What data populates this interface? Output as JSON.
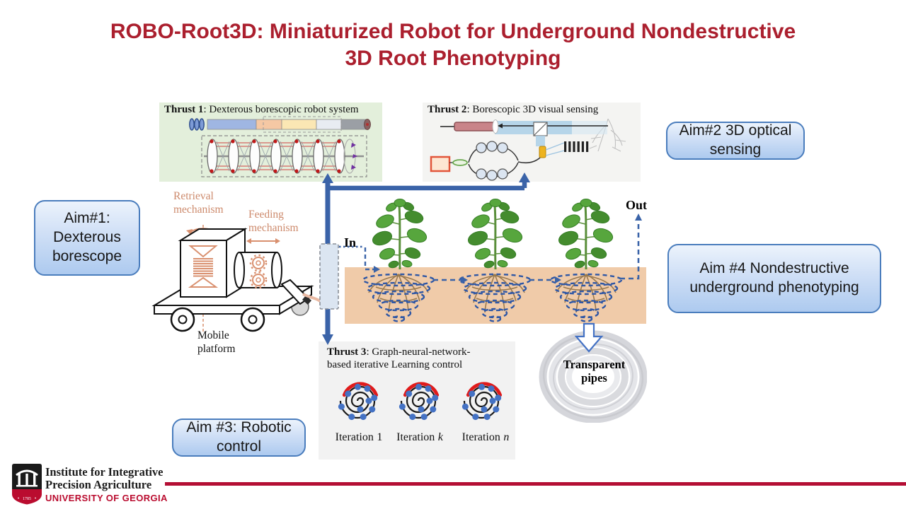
{
  "title": {
    "line1": "ROBO-Root3D: Miniaturized Robot for Underground Nondestructive",
    "line2": "3D Root Phenotyping"
  },
  "thrusts": {
    "t1": {
      "bold": "Thrust 1",
      "rest": ": Dexterous borescopic robot system"
    },
    "t2": {
      "bold": "Thrust 2",
      "rest": ": Borescopic 3D visual sensing"
    },
    "t3": {
      "bold": "Thrust 3",
      "rest": ": Graph-neural-network-based iterative Learning control"
    }
  },
  "aims": {
    "aim1": "Aim#1: Dexterous borescope",
    "aim2": "Aim#2 3D optical sensing",
    "aim3": "Aim #3: Robotic control",
    "aim4": "Aim #4 Nondestructive underground phenotyping"
  },
  "machine_labels": {
    "retrieval": "Retrieval mechanism",
    "feeding": "Feeding mechanism",
    "platform": "Mobile platform"
  },
  "flow_labels": {
    "in": "In",
    "out": "Out",
    "pipes": "Transparent pipes"
  },
  "iterations": [
    {
      "prefix": "Iteration",
      "var": "1"
    },
    {
      "prefix": "Iteration",
      "var": "k"
    },
    {
      "prefix": "Iteration",
      "var": "n"
    }
  ],
  "footer": {
    "institute_line1": "Institute for Integrative",
    "institute_line2": "Precision Agriculture",
    "university": "UNIVERSITY OF GEORGIA",
    "arch_year": "1785"
  },
  "colors": {
    "title_red": "#AB1F2E",
    "uga_red": "#BA0C2F",
    "aim_border": "#4A7DBD",
    "connector_blue": "#3A63A8",
    "soil_tan": "#F0CBA9",
    "thrust1_bg": "#E3EFDB",
    "panel_gray": "#F2F2F2",
    "mechanism_salmon": "#CD8A6C",
    "spiral_dot_blue": "#4472C4",
    "spiral_arc_red": "#E01B1B"
  }
}
